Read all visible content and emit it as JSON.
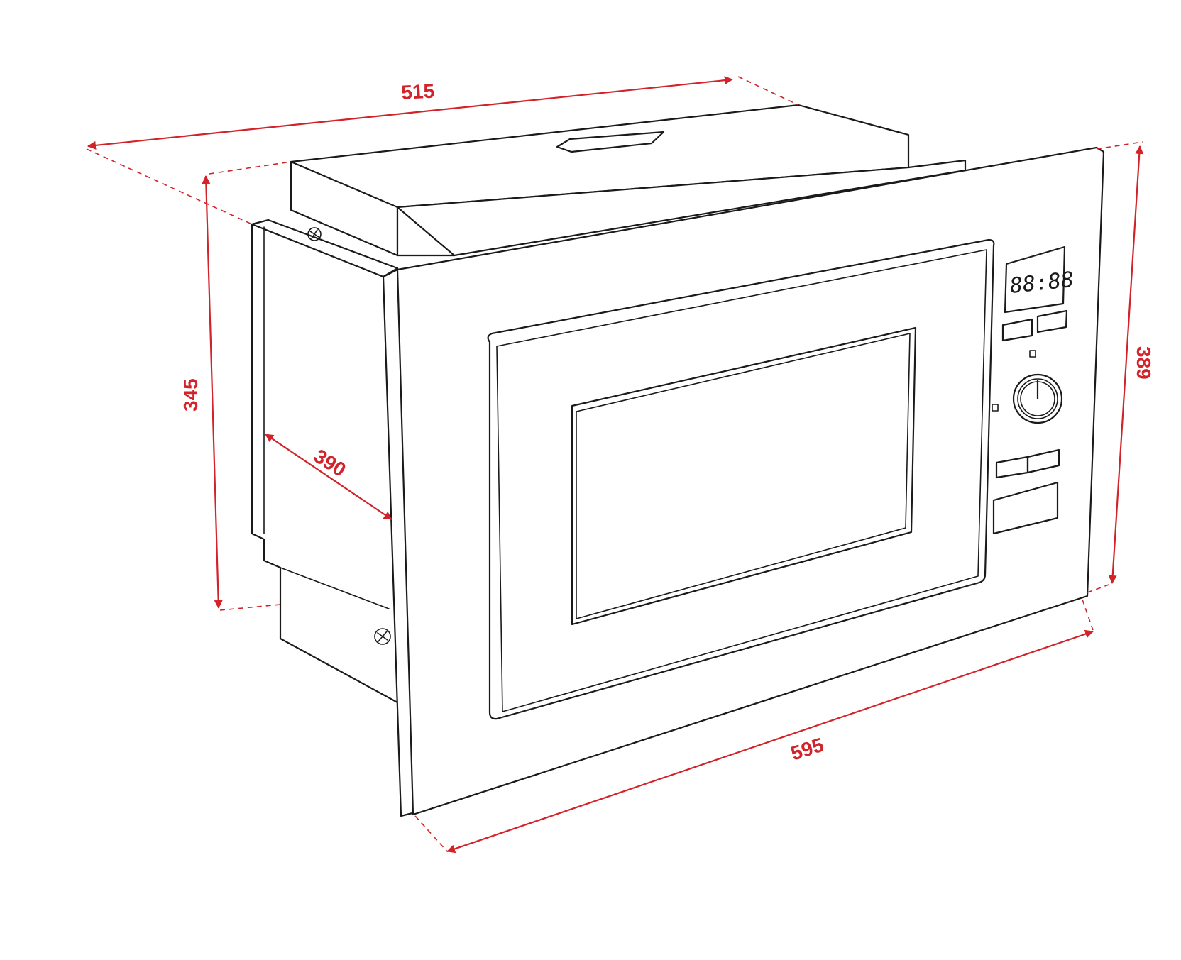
{
  "diagram": {
    "colors": {
      "dimension": "#d2232a",
      "outline": "#1a1a1a",
      "background": "#ffffff"
    },
    "dimensions": {
      "depth_top": "515",
      "height_left": "345",
      "cavity_depth": "390",
      "height_right": "389",
      "width_bottom": "595"
    },
    "display": {
      "readout": "88:88"
    }
  }
}
